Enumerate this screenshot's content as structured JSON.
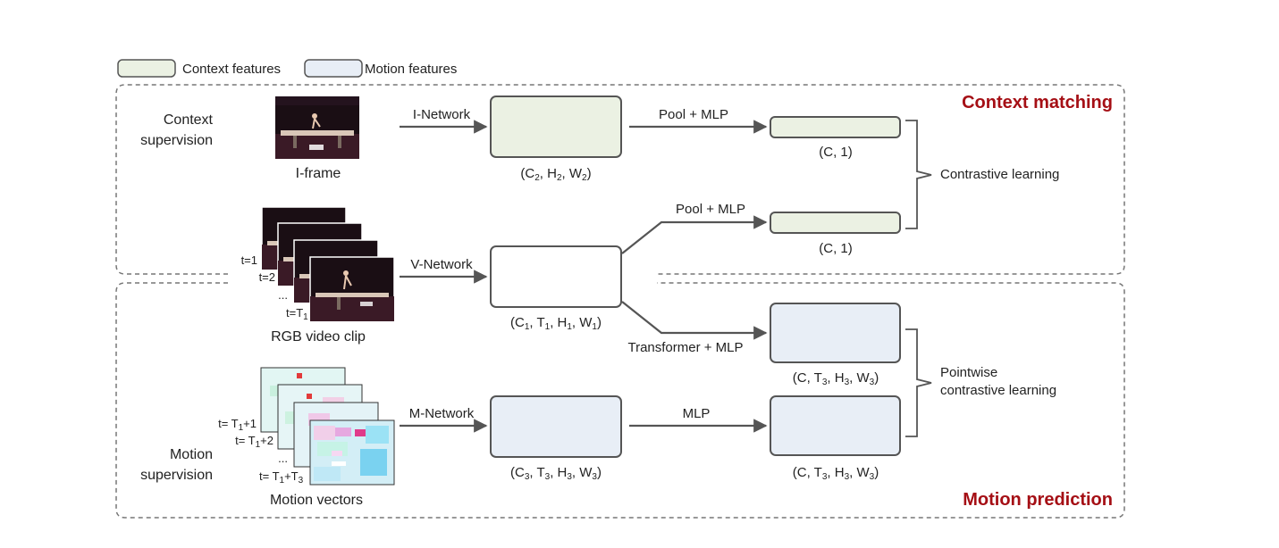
{
  "legend": {
    "context": "Context features",
    "motion": "Motion features"
  },
  "colors": {
    "context_fill": "#ebf1e3",
    "motion_fill": "#e8eef6",
    "title_red": "#a50f15",
    "box_stroke": "#555555"
  },
  "sections": {
    "context_title": "Context matching",
    "motion_title": "Motion prediction"
  },
  "side_labels": {
    "context_line1": "Context",
    "context_line2": "supervision",
    "motion_line1": "Motion",
    "motion_line2": "supervision"
  },
  "inputs": {
    "iframe": "I-frame",
    "rgb_clip": "RGB video clip",
    "motion_vectors": "Motion vectors",
    "rgb_t1": "t=1",
    "rgb_t2": "t=2",
    "rgb_dots": "...",
    "rgb_tT1": "t=T",
    "rgb_tT1_sub": "1",
    "mv_t1_a": "t= T",
    "mv_t1_sub": "1",
    "mv_t1_b": "+1",
    "mv_t2_a": "t= T",
    "mv_t2_sub": "1",
    "mv_t2_b": "+2",
    "mv_dots": "...",
    "mv_t3_a": "t= T",
    "mv_t3_sub1": "1",
    "mv_t3_b": "+T",
    "mv_t3_sub2": "3"
  },
  "networks": {
    "i": "I-Network",
    "v": "V-Network",
    "m": "M-Network"
  },
  "arrows": {
    "pool_mlp_top": "Pool + MLP",
    "pool_mlp_mid": "Pool + MLP",
    "transformer_mlp": "Transformer + MLP",
    "mlp": "MLP"
  },
  "dims": {
    "i_feat": {
      "a": "(C",
      "s1": "2",
      "b": ", H",
      "s2": "2",
      "c": ", W",
      "s3": "2",
      "d": ")"
    },
    "v_feat": {
      "a": "(C",
      "s1": "1",
      "b": ", T",
      "s2": "1",
      "c": ", H",
      "s3": "1",
      "d": ", W",
      "s4": "1",
      "e": ")"
    },
    "m_feat": {
      "a": "(C",
      "s1": "3",
      "b": ", T",
      "s2": "3",
      "c": ", H",
      "s3": "3",
      "d": ", W",
      "s4": "3",
      "e": ")"
    },
    "c1": "(C, 1)",
    "c2": "(C, 1)",
    "pt1": {
      "a": "(C, T",
      "s1": "3",
      "b": ", H",
      "s2": "3",
      "c": ", W",
      "s3": "3",
      "d": ")"
    },
    "pt2": {
      "a": "(C, T",
      "s1": "3",
      "b": ", H",
      "s2": "3",
      "c": ", W",
      "s3": "3",
      "d": ")"
    }
  },
  "objectives": {
    "contrastive": "Contrastive learning",
    "pointwise_line1": "Pointwise",
    "pointwise_line2": "contrastive learning"
  }
}
